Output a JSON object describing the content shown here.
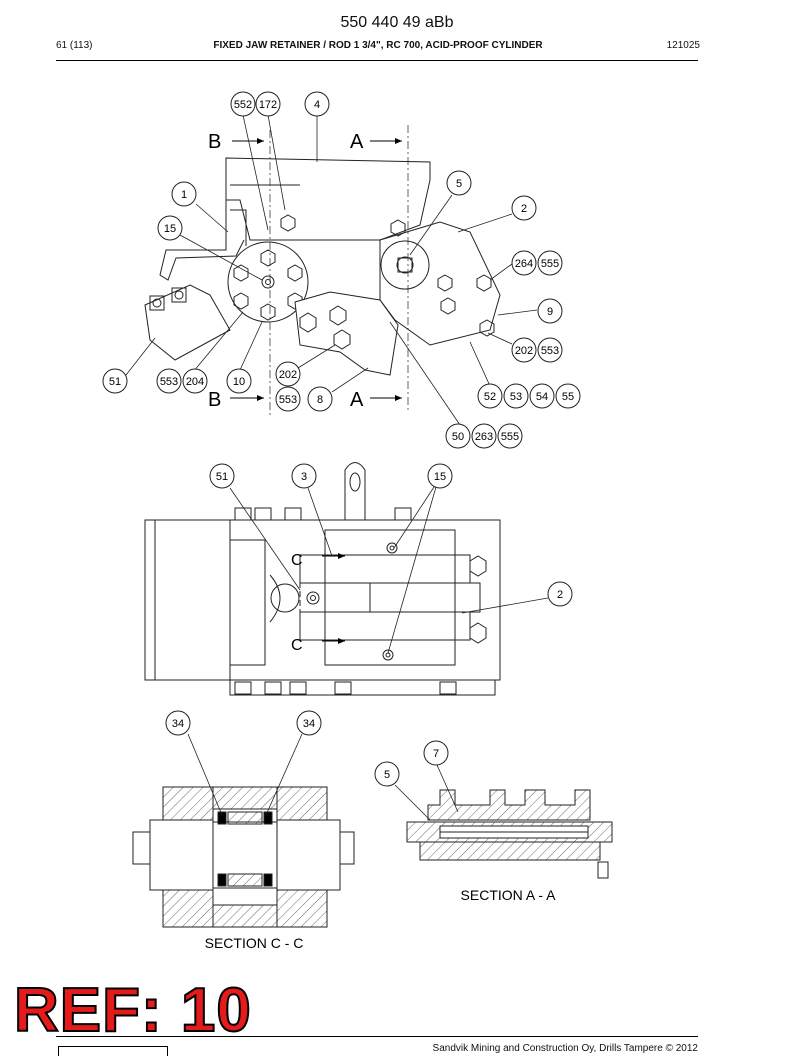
{
  "header": {
    "doc_number": "550 440 49 aBb",
    "page": "61 (113)",
    "title": "FIXED JAW RETAINER / ROD 1 3/4\", RC 700, ACID-PROOF CYLINDER",
    "date": "121025"
  },
  "section_marks": {
    "a": "A",
    "b": "B",
    "c": "C"
  },
  "callouts": [
    "552",
    "172",
    "4",
    "1",
    "15",
    "5",
    "2",
    "264",
    "555",
    "9",
    "202",
    "553",
    "51",
    "553",
    "204",
    "10",
    "202",
    "553",
    "8",
    "52",
    "53",
    "54",
    "55",
    "50",
    "263",
    "555",
    "51",
    "3",
    "15",
    "2",
    "34",
    "34",
    "7",
    "5"
  ],
  "section_labels": {
    "aa": "SECTION A - A",
    "cc": "SECTION C - C"
  },
  "ref_stamp": "REF: 10",
  "footer": {
    "text": "Sandvik Mining and Construction Oy, Drills Tampere © 2012"
  }
}
